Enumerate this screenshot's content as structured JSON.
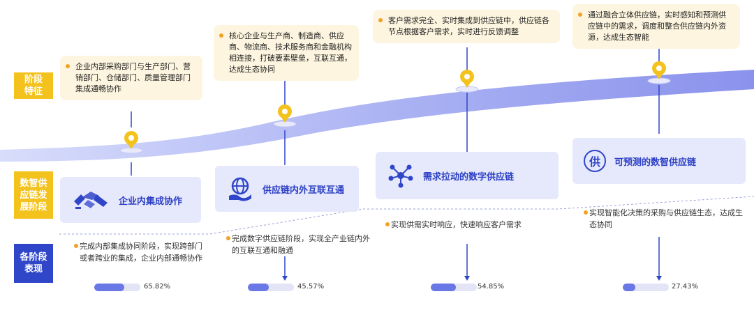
{
  "row_labels": [
    "阶段\n特征",
    "数智供\n应链发\n展阶段",
    "各阶段\n表现"
  ],
  "stages": [
    {
      "name": "企业内集成协作",
      "icon": "handshake-icon",
      "feature": "企业内部采购部门与生产部门、营销部门、仓储部门、质量管理部门集成通畅协作",
      "performance": "完成内部集成协同阶段，实现跨部门或者跨业的集成，企业内部通畅协作",
      "progress": 65.82,
      "progress_label": "65.82%"
    },
    {
      "name": "供应链内外互联互通",
      "icon": "globe-hand-icon",
      "feature": "核心企业与生产商、制造商、供应商、物流商、技术服务商和金融机构相连接，打破要素壁垒，互联互通，达成生态协同",
      "performance": "完成数字供应链阶段，实现全产业链内外的互联互通和融通",
      "progress": 45.57,
      "progress_label": "45.57%"
    },
    {
      "name": "需求拉动的数字供应链",
      "icon": "network-nodes-icon",
      "feature": "客户需求完全、实时集成到供应链中，供应链各节点根据客户需求，实时进行反馈调整",
      "performance": "实现供需实时响应，快速响应客户需求",
      "progress": 54.85,
      "progress_label": "54.85%"
    },
    {
      "name": "可预测的数智供应链",
      "icon": "supply-char-icon",
      "icon_char": "供",
      "feature": "通过融合立体供应链，实时感知和预测供应链中的需求，调度和整合供应链内外资源，达成生态智能",
      "performance": "实现智能化决策的采购与供应链生态，达成生态协同",
      "progress": 27.43,
      "progress_label": "27.43%"
    }
  ],
  "colors": {
    "accent_yellow": "#f4c21d",
    "accent_blue": "#2f46c9",
    "bubble_bg": "#fdf5df",
    "card_bg": "#e6e8fb",
    "bar_fill": "#6a78e6"
  }
}
